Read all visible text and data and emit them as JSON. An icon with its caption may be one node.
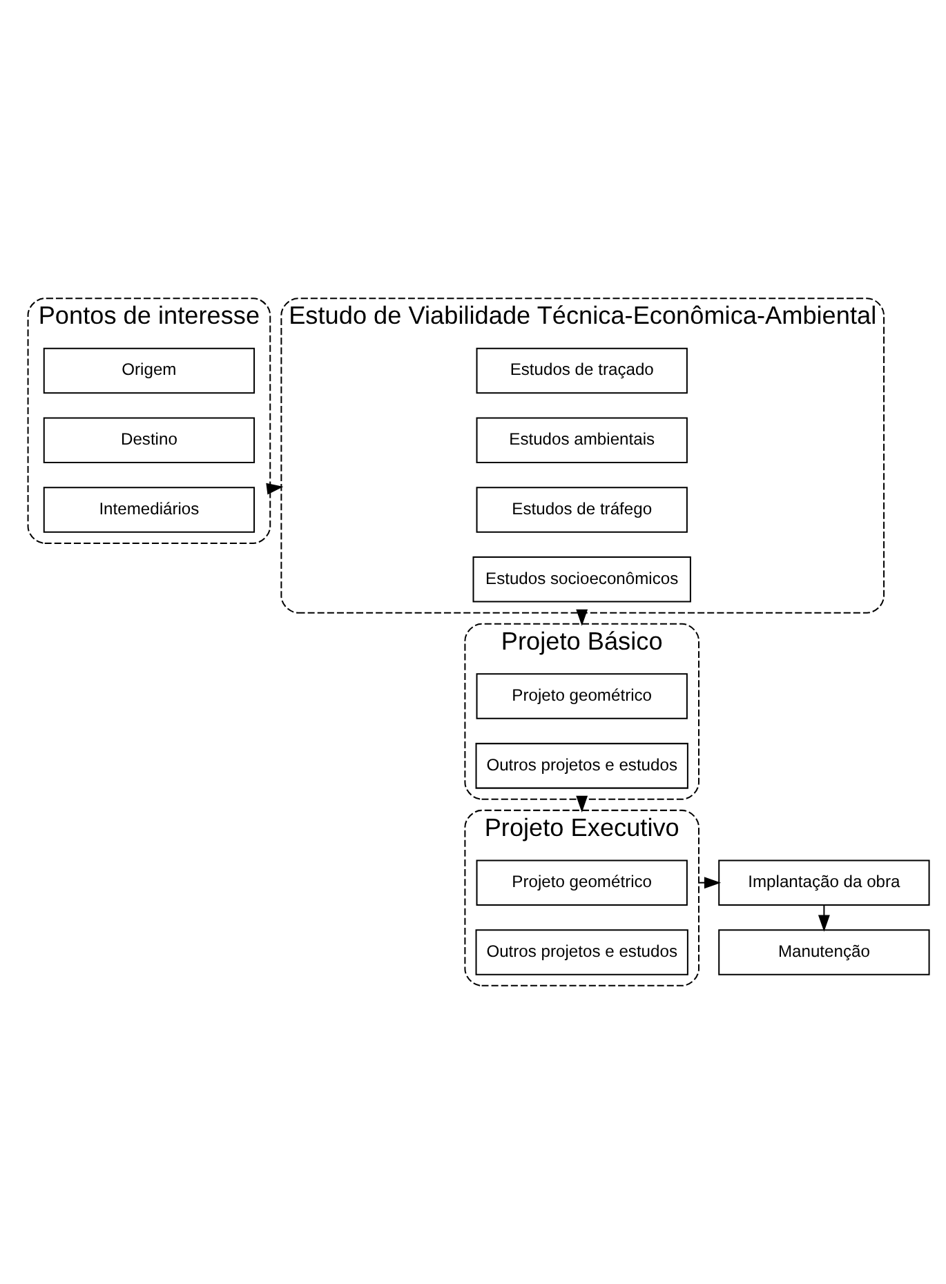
{
  "diagram": {
    "nodes": [
      {
        "text": [
          "Pontos de interesse"
        ]
      },
      {
        "text": [
          "Origem"
        ],
        "in": 0
      },
      {
        "text": [
          "Destino"
        ],
        "in": 0
      },
      {
        "text": [
          "Intemediários"
        ],
        "in": 0
      },
      {
        "text": [
          "Estudo de Viabilidade Técnica-Econômica-Ambiental"
        ]
      },
      {
        "text": [
          "Estudos de traçado"
        ],
        "in": 4
      },
      {
        "text": [
          "Estudos ambientais"
        ],
        "in": 4
      },
      {
        "text": [
          "Estudos de tráfego"
        ],
        "in": 4
      },
      {
        "text": [
          "Estudos socioeconômicos"
        ],
        "in": 4
      },
      {
        "text": [
          "Projeto Básico"
        ]
      },
      {
        "text": [
          "Projeto geométrico"
        ],
        "in": 9
      },
      {
        "text": [
          "Outros projetos e estudos"
        ],
        "in": 9
      },
      {
        "text": [
          "Projeto Executivo"
        ]
      },
      {
        "text": [
          "Projeto geométrico"
        ],
        "in": 12
      },
      {
        "text": [
          "Outros projetos e estudos"
        ],
        "in": 12
      },
      {
        "text": [
          "Implantação da obra"
        ]
      },
      {
        "text": [
          "Manutenção"
        ]
      }
    ],
    "edges": [
      {
        "from": 0,
        "to": 4,
        "arrow": "to"
      },
      {
        "from": 4,
        "to": 9,
        "arrow": "to"
      },
      {
        "from": 9,
        "to": 12,
        "arrow": "to"
      },
      {
        "from": 12,
        "to": 15,
        "arrow": "to"
      },
      {
        "from": 15,
        "to": 16,
        "arrow": "to"
      }
    ]
  }
}
